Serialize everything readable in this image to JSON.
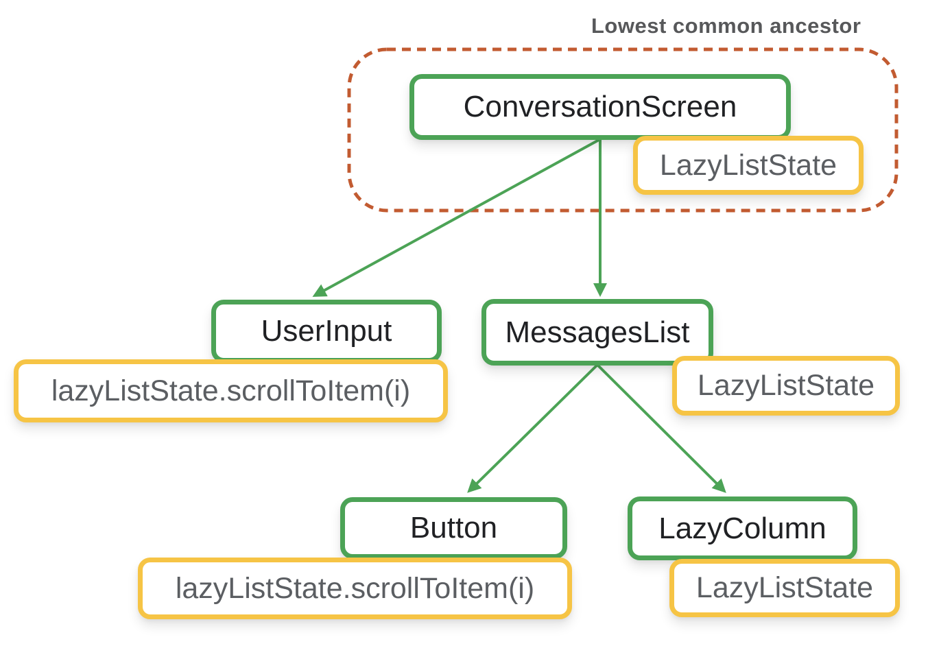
{
  "title": "Lowest common ancestor",
  "nodes": {
    "conversation_screen": {
      "label": "ConversationScreen"
    },
    "user_input": {
      "label": "UserInput"
    },
    "messages_list": {
      "label": "MessagesList"
    },
    "button": {
      "label": "Button"
    },
    "lazy_column": {
      "label": "LazyColumn"
    }
  },
  "states": {
    "conversation_screen": "LazyListState",
    "user_input": "lazyListState.scrollToItem(i)",
    "messages_list": "LazyListState",
    "button": "lazyListState.scrollToItem(i)",
    "lazy_column": "LazyListState"
  },
  "colors": {
    "node_border_green": "#4CA356",
    "arrow_green": "#4CA356",
    "state_border_yellow": "#F6C445",
    "ancestor_dash_orange": "#C25B31",
    "node_text": "#202124",
    "state_text": "#5B5E62",
    "title_text": "#57585A",
    "background": "#FFFFFF"
  }
}
